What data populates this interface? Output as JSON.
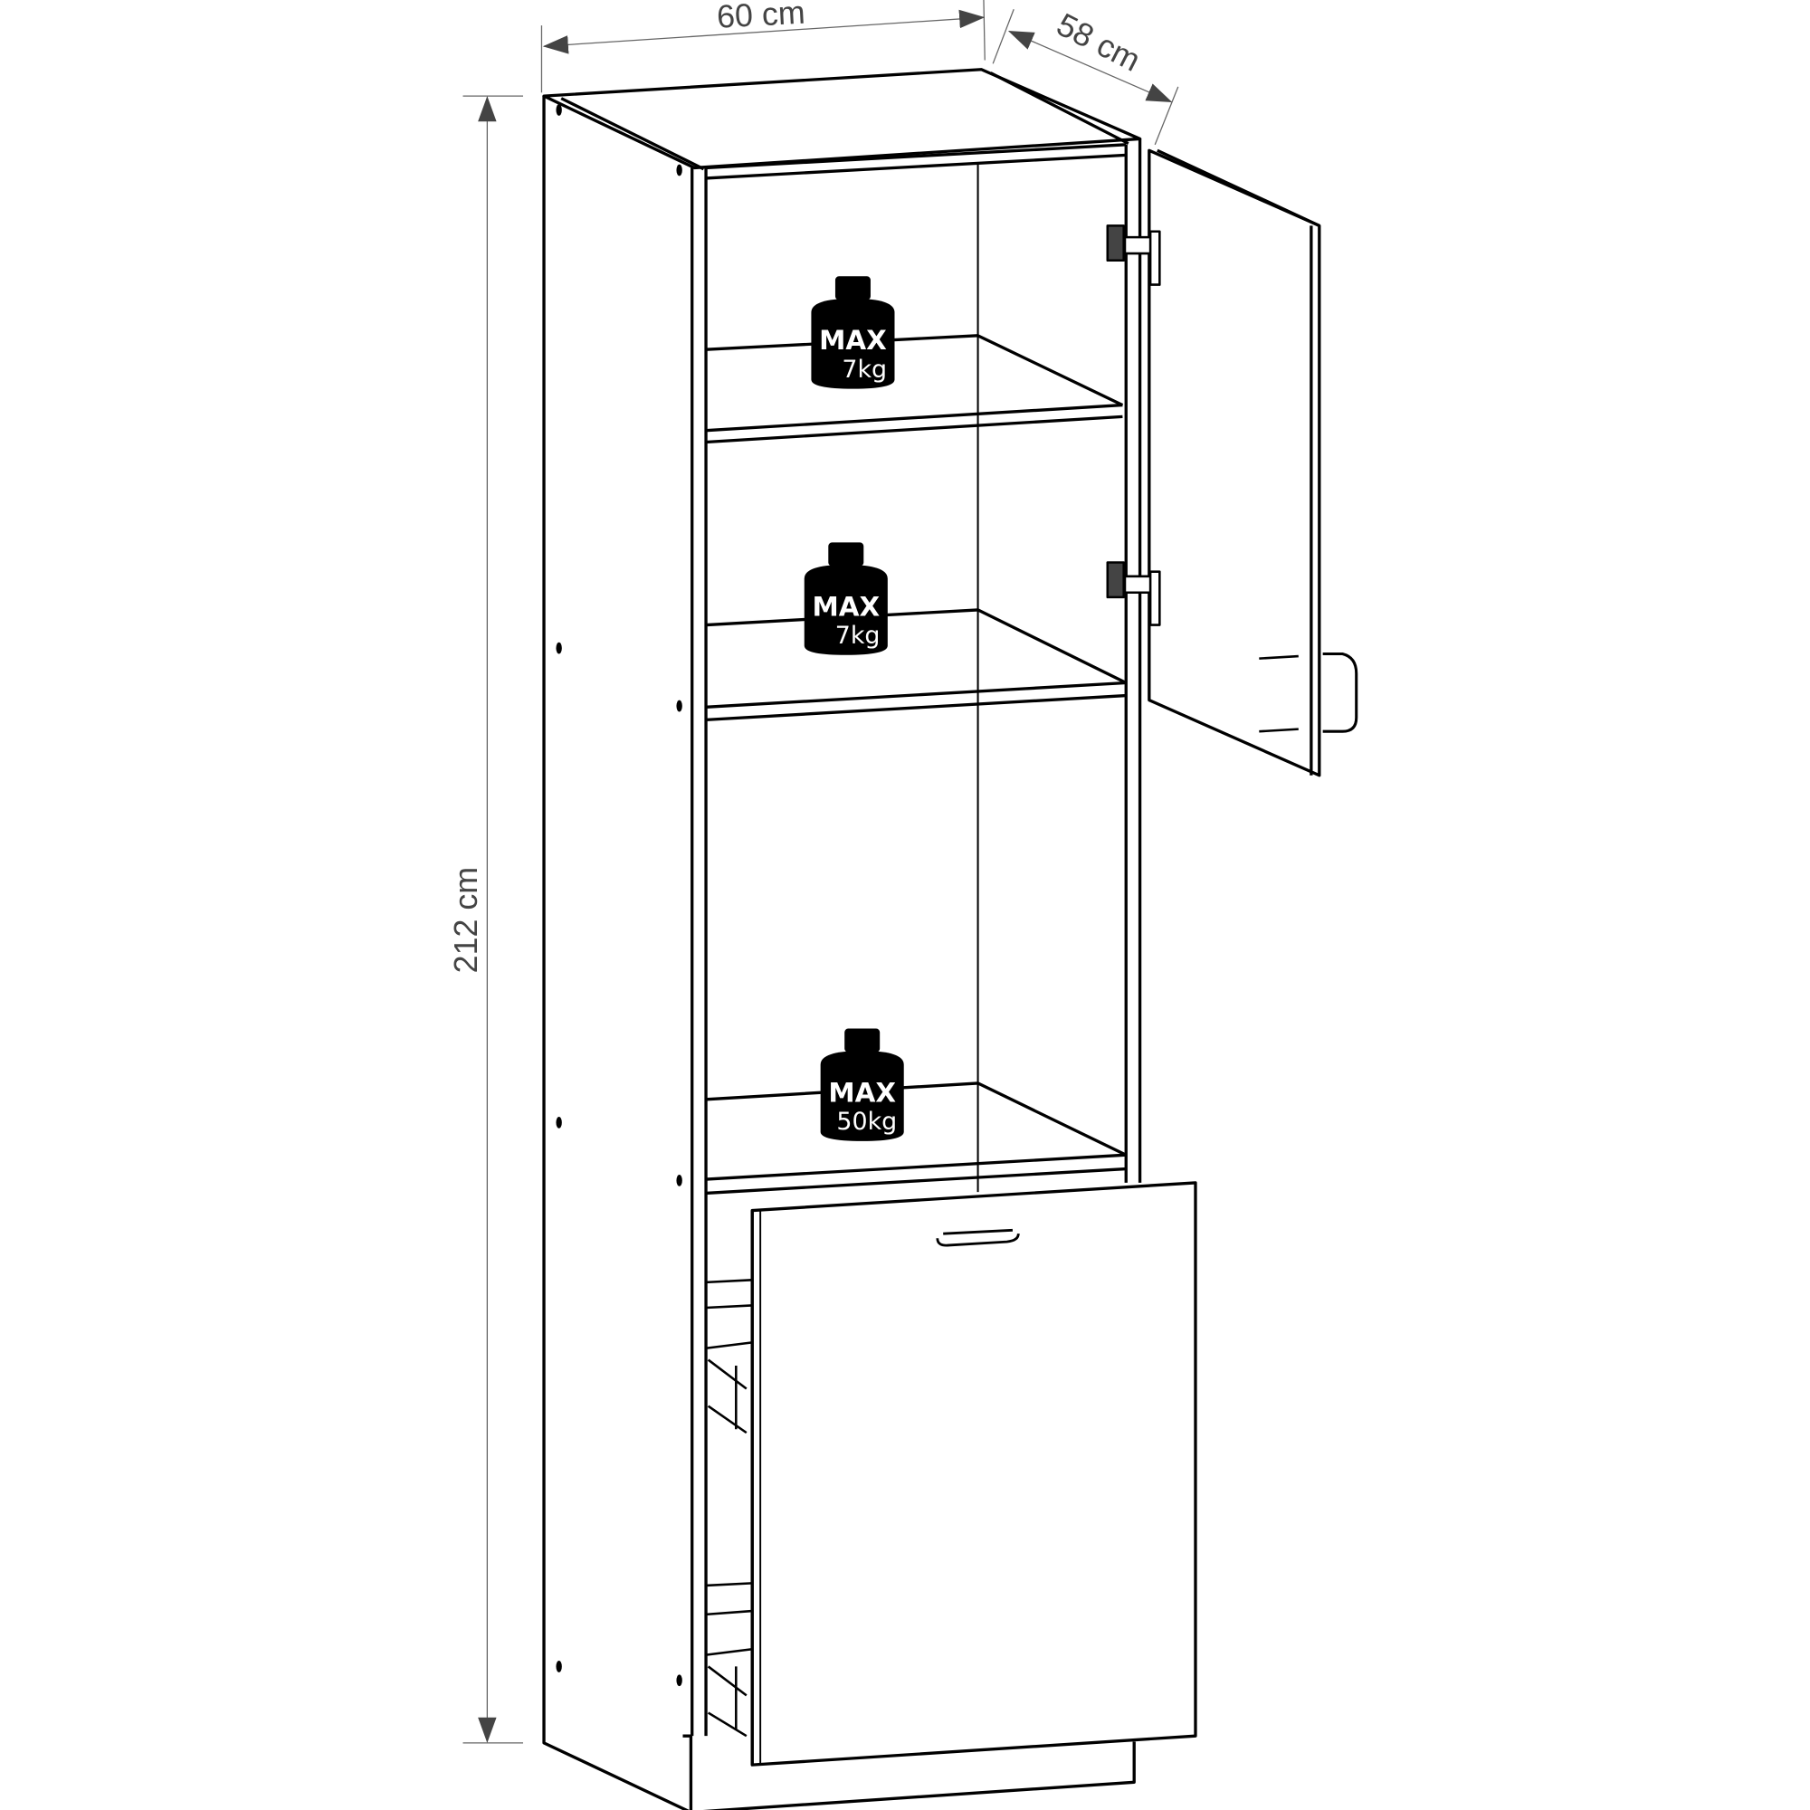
{
  "dimensions": {
    "width": "60 cm",
    "depth": "58 cm",
    "height": "212 cm"
  },
  "load_limits": [
    {
      "label": "MAX",
      "value": "7kg"
    },
    {
      "label": "MAX",
      "value": "7kg"
    },
    {
      "label": "MAX",
      "value": "50kg"
    }
  ],
  "colors": {
    "line": "#000000",
    "dimension": "#444444"
  }
}
